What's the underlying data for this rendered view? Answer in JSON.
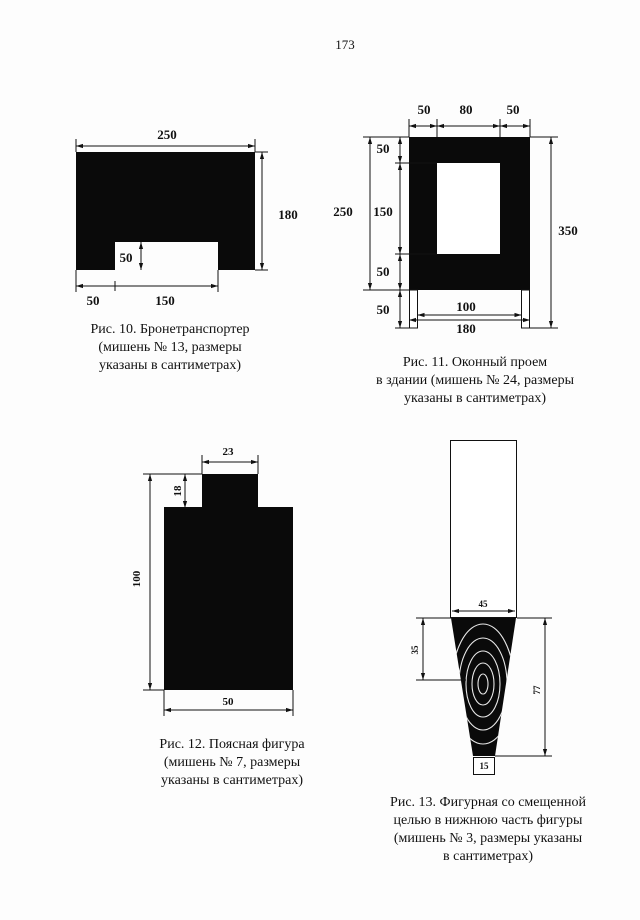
{
  "page_number": "173",
  "fig10": {
    "labels": {
      "total_width": "250",
      "height": "180",
      "notch_height": "50",
      "left_offset": "50",
      "notch_width": "150"
    },
    "caption": {
      "line1": "Рис. 10. Бронетранспортер",
      "line2": "(мишень № 13, размеры",
      "line3": "указаны в сантиметрах)"
    }
  },
  "fig11": {
    "labels": {
      "top_left": "50",
      "top_middle": "80",
      "top_right": "50",
      "wall_height": "250",
      "seg_top": "50",
      "seg_window": "150",
      "seg_sill": "50",
      "seg_base": "50",
      "total_height": "350",
      "inner_width": "100",
      "outer_width": "180"
    },
    "caption": {
      "line1": "Рис. 11. Оконный проем",
      "line2": "в здании (мишень № 24, размеры",
      "line3": "указаны в сантиметрах)"
    }
  },
  "fig12": {
    "labels": {
      "head_width": "23",
      "head_height": "18",
      "total_height": "100",
      "body_width": "50"
    },
    "caption": {
      "line1": "Рис. 12. Поясная фигура",
      "line2": "(мишень № 7, размеры",
      "line3": "указаны в сантиметрах)"
    }
  },
  "fig13": {
    "labels": {
      "top_width": "45",
      "target_height": "35",
      "lower_height": "77",
      "bottom_width": "15"
    },
    "caption": {
      "line1": "Рис. 13. Фигурная со смещенной",
      "line2": "целью в нижнюю часть фигуры",
      "line3": "(мишень № 3, размеры указаны",
      "line4": "в сантиметрах)"
    }
  }
}
